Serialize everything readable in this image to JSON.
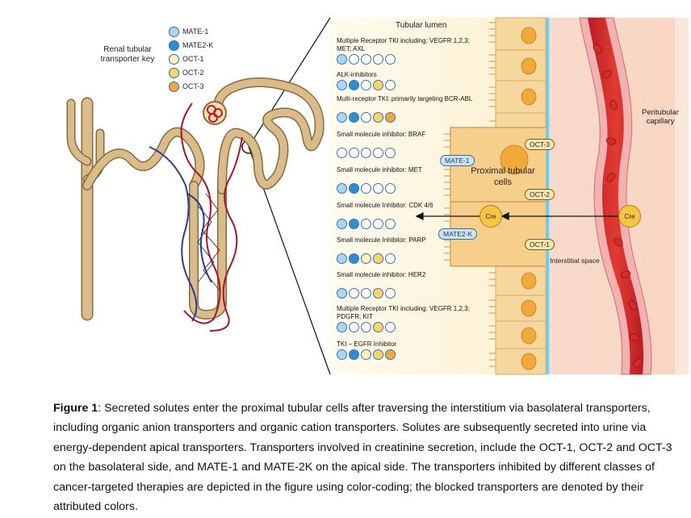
{
  "key": {
    "title": "Renal tubular transporter key",
    "items": [
      {
        "label": "MATE-1",
        "color": "#a9d6f5"
      },
      {
        "label": "MATE2-K",
        "color": "#2f8dd0"
      },
      {
        "label": "OCT-1",
        "color": "#fff2c2"
      },
      {
        "label": "OCT-2",
        "color": "#f9d66b"
      },
      {
        "label": "OCT-3",
        "color": "#f2a93b"
      }
    ]
  },
  "lumen_label": "Tubular lumen",
  "drugs": [
    {
      "label": "Multiple Receptor TKI including: VEGFR 1,2,3; MET; AXL",
      "active": [
        1,
        0,
        0,
        0,
        0
      ]
    },
    {
      "label": "ALK-inhibitors",
      "active": [
        1,
        1,
        0,
        1,
        0
      ]
    },
    {
      "label": "Multi-receptor TKI: primarily targeting BCR-ABL",
      "active": [
        1,
        1,
        0,
        1,
        1
      ]
    },
    {
      "label": "Small molecule inhibitor: BRAF",
      "active": [
        0,
        0,
        0,
        0,
        0
      ]
    },
    {
      "label": "Small molecule inhibitor: MET",
      "active": [
        1,
        1,
        0,
        0,
        0
      ]
    },
    {
      "label": "Small molecule Inhibitor: CDK 4/6",
      "active": [
        1,
        1,
        0,
        0,
        0
      ]
    },
    {
      "label": "Small molecule Inhibitor: PARP",
      "active": [
        1,
        1,
        1,
        1,
        0
      ]
    },
    {
      "label": "Small molecule inhibitor: HER2",
      "active": [
        1,
        0,
        0,
        1,
        0
      ]
    },
    {
      "label": "Multiple Receptor TKI including: VEGFR 1,2,3; PDGFR; KIT",
      "active": [
        1,
        0,
        0,
        1,
        0
      ]
    },
    {
      "label": "TKI – EGFR Inhibitor",
      "active": [
        1,
        1,
        1,
        1,
        1
      ]
    }
  ],
  "transporters": {
    "mate1": "MATE-1",
    "mate2k": "MATE2-K",
    "oct3": "OCT-3",
    "oct2": "OCT-2",
    "oct1": "OCT-1"
  },
  "cells_label": "Proximal tubular cells",
  "cre_label": "Cre",
  "interstitial_label": "Interstitial space",
  "capillary_label": "Peritubular capillary",
  "caption": {
    "bold": "Figure 1",
    "text": ": Secreted solutes enter the proximal tubular cells after traversing the interstitium via basolateral transporters, including organic anion transporters and organic cation transporters. Solutes are subsequently secreted into urine via energy-dependent apical transporters. Transporters involved in creatinine secretion, include the OCT-1, OCT-2 and OCT-3 on the basolateral side, and MATE-1 and MATE-2K on the apical side.  The transporters inhibited by different classes of cancer-targeted therapies are depicted in the figure using color-coding; the blocked transporters are denoted by their attributed colors."
  }
}
